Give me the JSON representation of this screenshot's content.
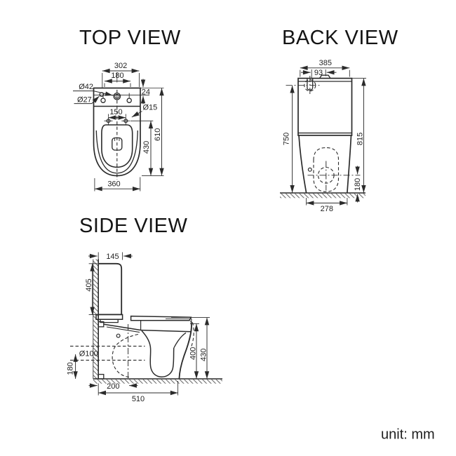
{
  "unit_label": "unit: mm",
  "colors": {
    "line": "#2b2b2b",
    "hatch": "#6b6b6b",
    "background": "#ffffff"
  },
  "views": {
    "top": {
      "title": "TOP VIEW",
      "dims": {
        "overall_width": "302",
        "tank_hole_spacing": "180",
        "hole_offset": "24",
        "inlet_hole_dia": "Ø42",
        "corner_hole_dia": "Ø27",
        "seat_hole_spacing": "150",
        "seat_hole_dia": "Ø15",
        "total_depth": "610",
        "seat_hole_to_front": "430",
        "bowl_width": "360"
      }
    },
    "back": {
      "title": "BACK VIEW",
      "dims": {
        "tank_width": "385",
        "inlet_offset": "93",
        "inlet_height": "750",
        "total_height": "815",
        "outlet_height": "180",
        "base_width": "278"
      }
    },
    "side": {
      "title": "SIDE VIEW",
      "dims": {
        "tank_depth": "145",
        "tank_height": "405",
        "outlet_dia": "Ø100",
        "outlet_center_height": "180",
        "outlet_setout": "200",
        "total_depth": "510",
        "rim_height": "400",
        "seat_height": "430"
      }
    }
  }
}
